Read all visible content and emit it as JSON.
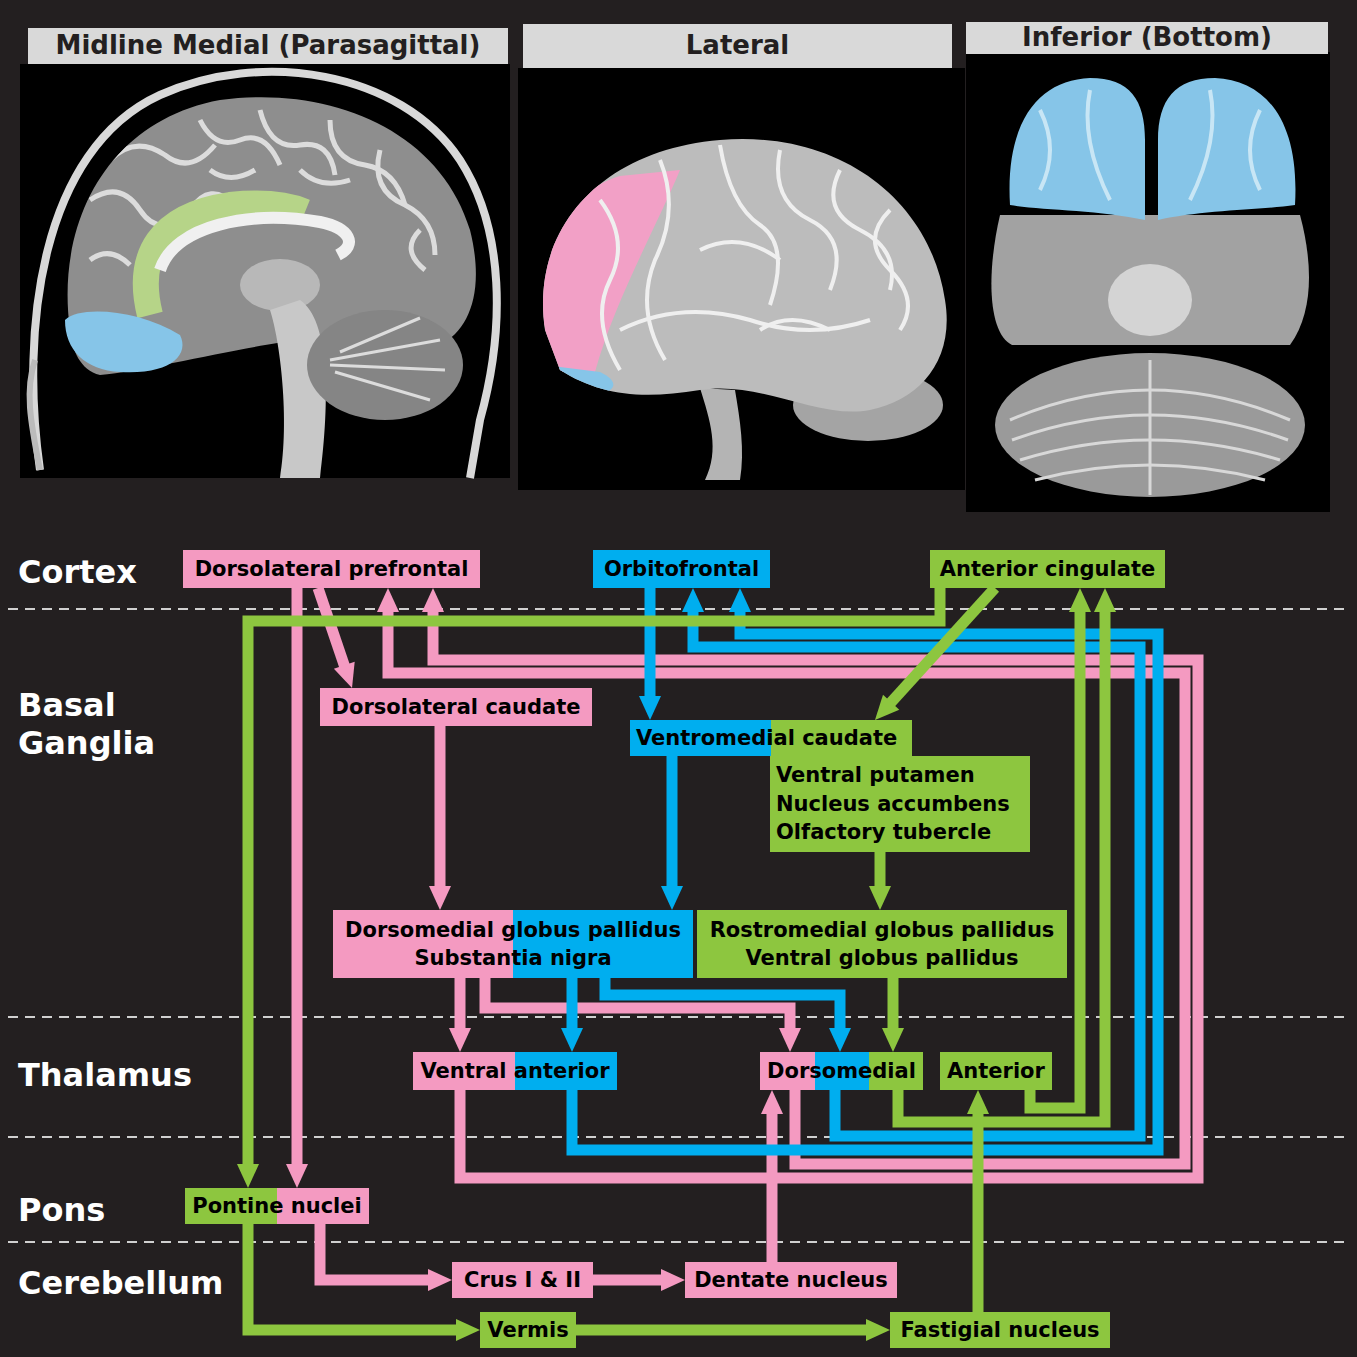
{
  "diagram": {
    "nodes": [
      {
        "text": [
          "Midline Medial (Parasagittal)"
        ]
      },
      {
        "text": [
          "Lateral"
        ]
      },
      {
        "text": [
          "Inferior (Bottom)"
        ]
      },
      {
        "text": [
          "Dorsolateral prefrontal"
        ]
      },
      {
        "text": [
          "Orbitofrontal"
        ]
      },
      {
        "text": [
          "Anterior cingulate"
        ]
      },
      {
        "text": [
          "Dorsolateral caudate"
        ]
      },
      {
        "text": [
          "Ventromedial caudate"
        ]
      },
      {
        "text": [
          "Ventral putamen",
          "Nucleus accumbens",
          "Olfactory tubercle"
        ]
      },
      {
        "text": [
          "Dorsomedial globus pallidus",
          "Substantia nigra"
        ]
      },
      {
        "text": [
          "Rostromedial globus pallidus",
          "Ventral globus pallidus"
        ]
      },
      {
        "text": [
          "Ventral anterior"
        ]
      },
      {
        "text": [
          "Dorsomedial"
        ]
      },
      {
        "text": [
          "Anterior"
        ]
      },
      {
        "text": [
          "Pontine nuclei"
        ]
      },
      {
        "text": [
          "Crus I & II"
        ]
      },
      {
        "text": [
          "Dentate nucleus"
        ]
      },
      {
        "text": [
          "Vermis"
        ]
      },
      {
        "text": [
          "Fastigial nucleus"
        ]
      }
    ],
    "edges": [
      {
        "from": 3,
        "to": 6,
        "arrow": "to"
      },
      {
        "from": 3,
        "to": 14,
        "arrow": "to"
      },
      {
        "from": 6,
        "to": 9,
        "arrow": "to"
      },
      {
        "from": 9,
        "to": 11,
        "arrow": "to"
      },
      {
        "from": 9,
        "to": 12,
        "arrow": "to"
      },
      {
        "from": 11,
        "to": 3,
        "arrow": "to"
      },
      {
        "from": 12,
        "to": 3,
        "arrow": "to"
      },
      {
        "from": 14,
        "to": 15,
        "arrow": "to"
      },
      {
        "from": 15,
        "to": 16,
        "arrow": "to"
      },
      {
        "from": 16,
        "to": 12,
        "arrow": "to"
      },
      {
        "from": 4,
        "to": 7,
        "arrow": "to"
      },
      {
        "from": 7,
        "to": 9,
        "arrow": "to"
      },
      {
        "from": 9,
        "to": 11,
        "arrow": "to"
      },
      {
        "from": 9,
        "to": 12,
        "arrow": "to"
      },
      {
        "from": 11,
        "to": 4,
        "arrow": "to"
      },
      {
        "from": 12,
        "to": 4,
        "arrow": "to"
      },
      {
        "from": 5,
        "to": 7,
        "arrow": "to"
      },
      {
        "from": 8,
        "to": 10,
        "arrow": "to"
      },
      {
        "from": 10,
        "to": 12,
        "arrow": "to"
      },
      {
        "from": 12,
        "to": 5,
        "arrow": "to"
      },
      {
        "from": 13,
        "to": 5,
        "arrow": "to"
      },
      {
        "from": 5,
        "to": 14,
        "arrow": "to"
      },
      {
        "from": 14,
        "to": 17,
        "arrow": "to"
      },
      {
        "from": 17,
        "to": 18,
        "arrow": "to"
      },
      {
        "from": 18,
        "to": 13,
        "arrow": "to"
      }
    ],
    "labels": [
      "Cortex",
      "Basal Ganglia",
      "Thalamus",
      "Pons",
      "Cerebellum"
    ]
  }
}
